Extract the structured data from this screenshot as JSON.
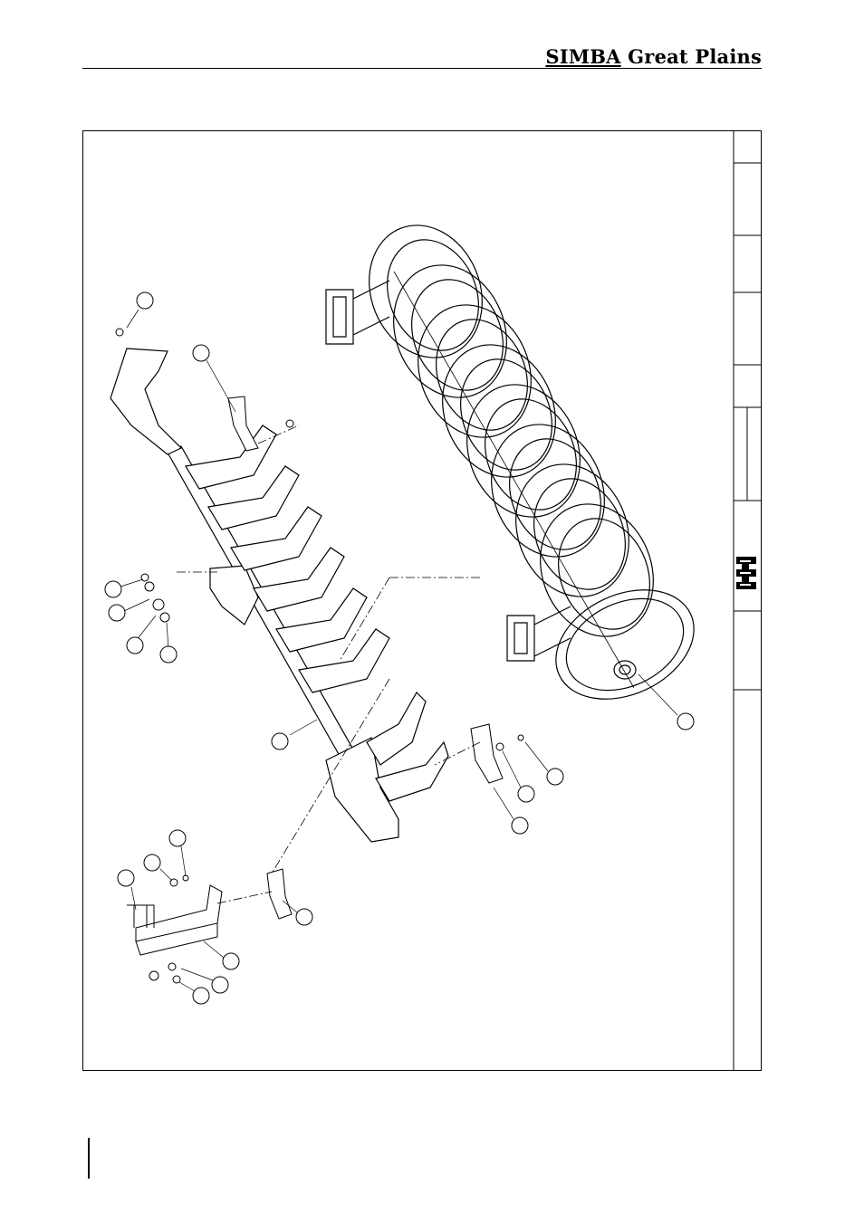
{
  "header": {
    "brand_simba": "SIMBA",
    "brand_rest": " Great Plains"
  },
  "drawing": {
    "balloon_count": 19,
    "disc_count": 9,
    "shank_count": 7
  }
}
